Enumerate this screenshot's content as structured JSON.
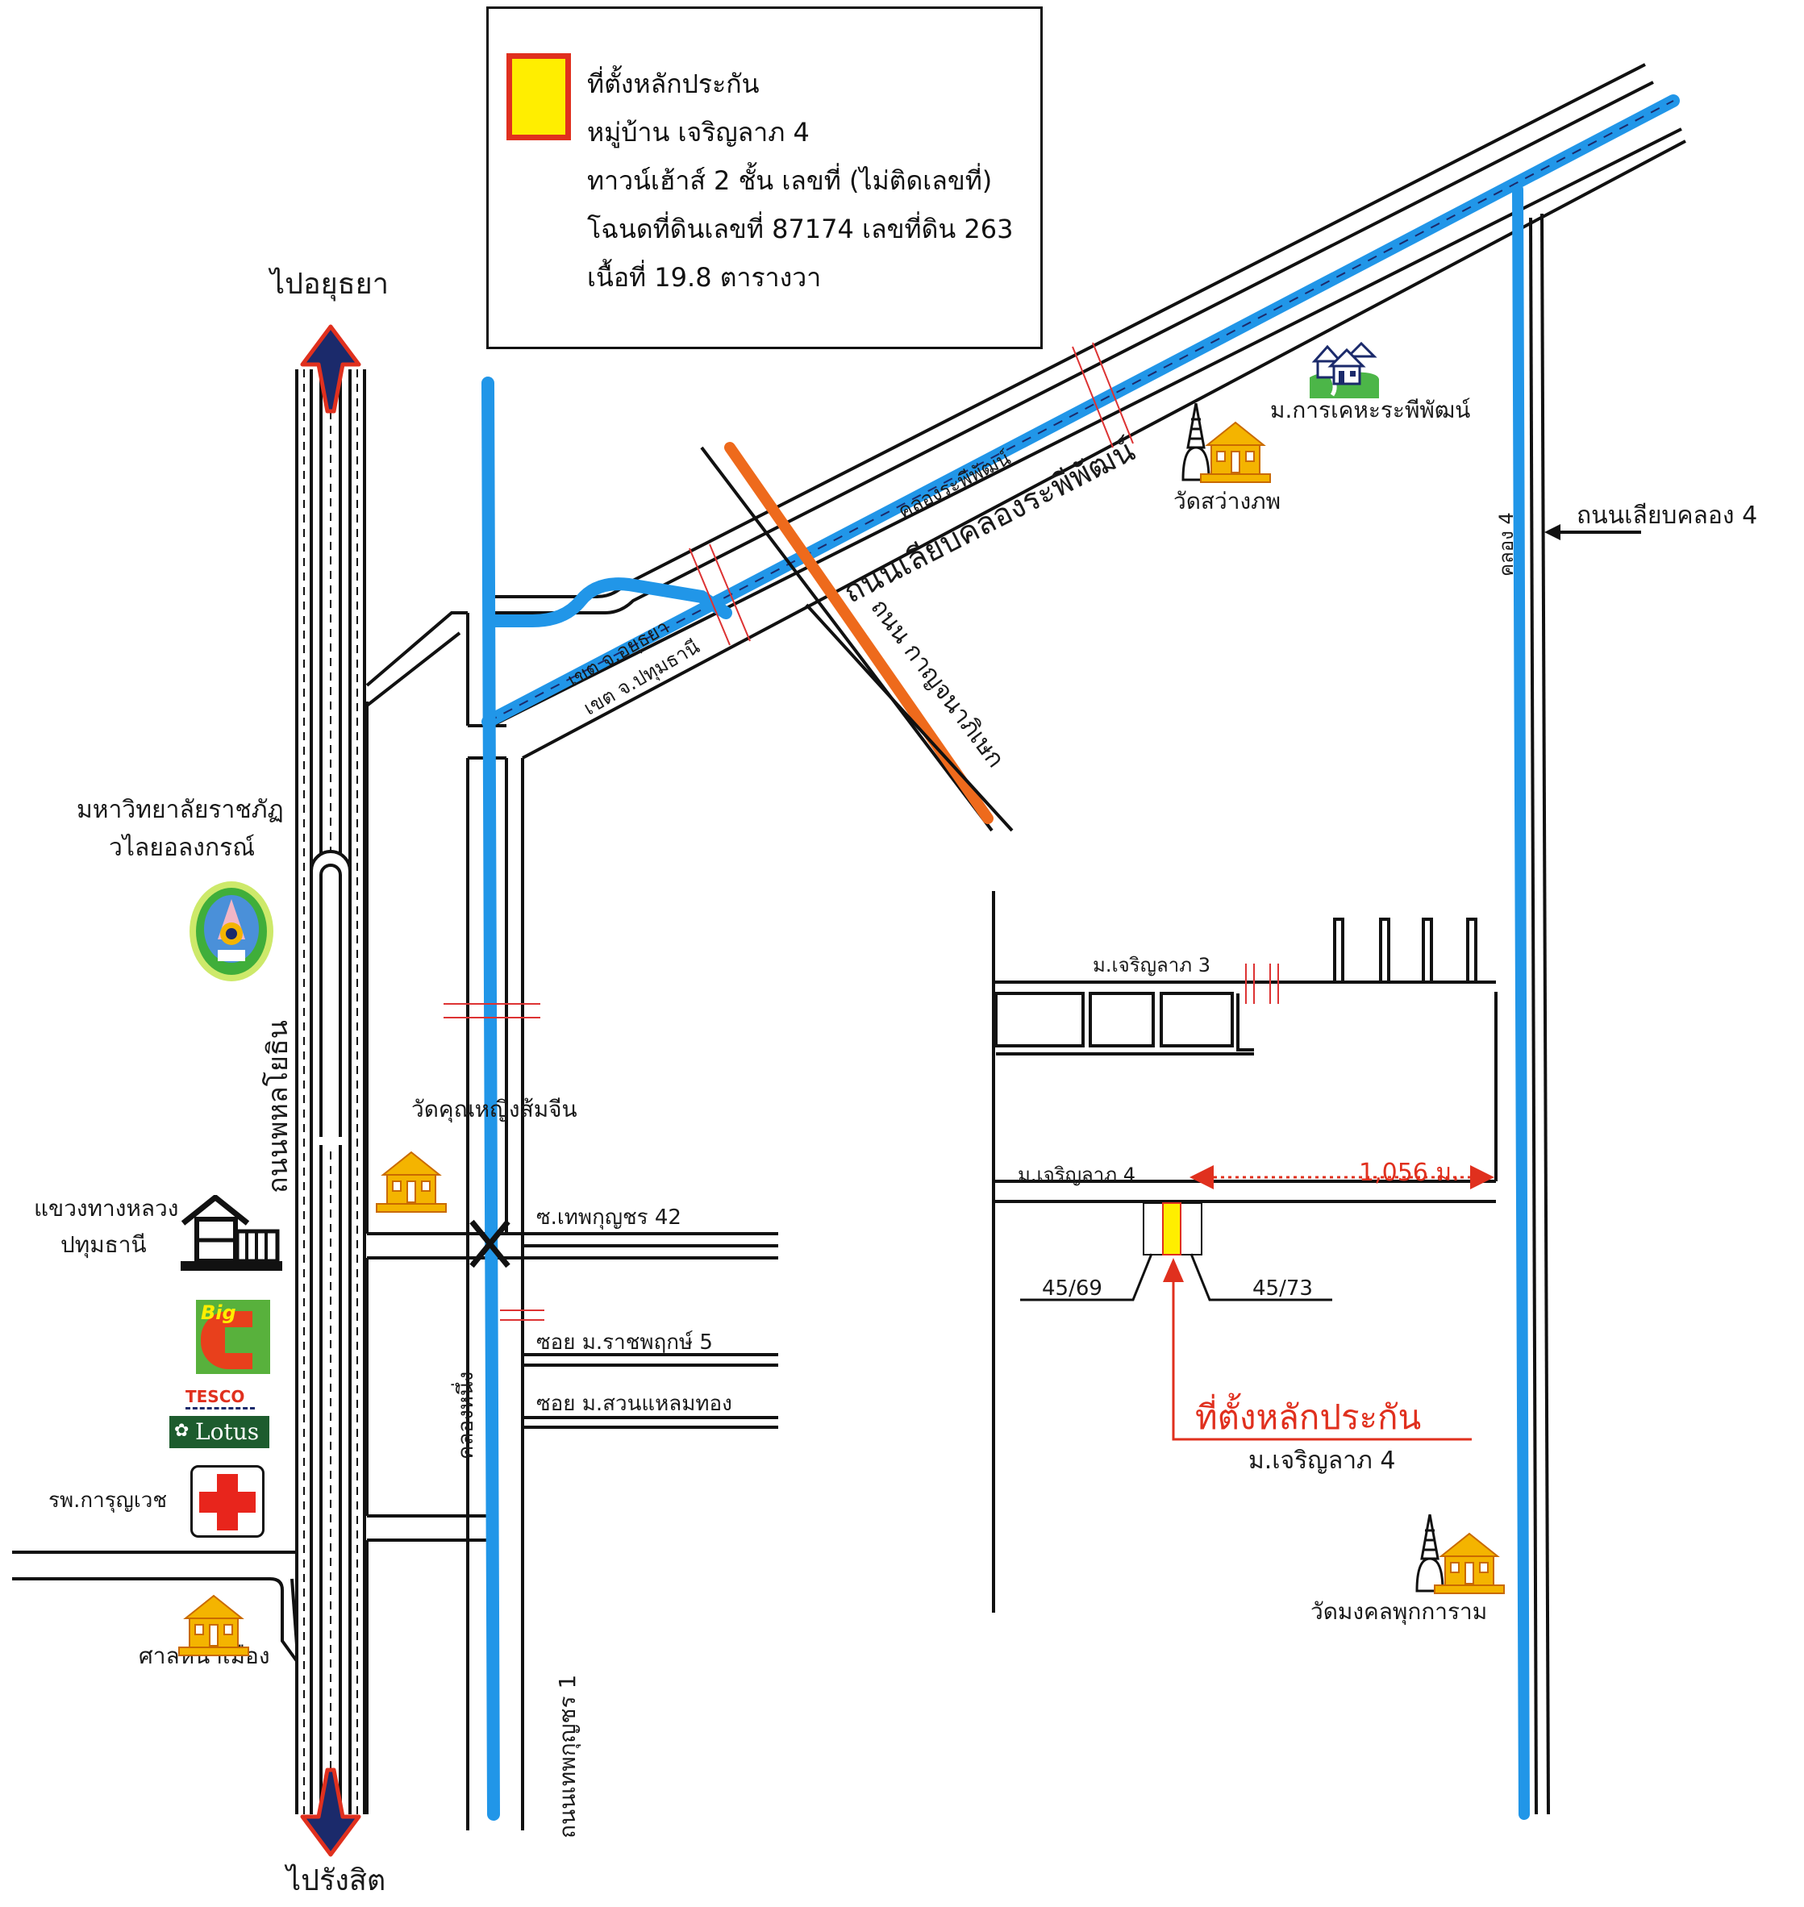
{
  "legend": {
    "swatch_color": "#ffee00",
    "swatch_border": "#e0301e",
    "lines": [
      "ที่ตั้งหลักประกัน",
      "หมู่บ้าน เจริญลาภ 4",
      "ทาวน์เฮ้าส์ 2 ชั้น เลขที่ (ไม่ติดเลขที่)",
      "โฉนดที่ดินเลขที่ 87174 เลขที่ดิน 263",
      "เนื้อที่ 19.8 ตารางวา"
    ]
  },
  "directions": {
    "north": "ไปอยุธยา",
    "south": "ไปรังสิต"
  },
  "roads": {
    "phahon_yothin": "ถนนพหลโยธิน",
    "thep_kunchon_1": "ถนนเทพกุญชร 1",
    "liap_khlong_rapiphat": "ถนนเลียบคลองระพีพัฒน์",
    "kanchanaphisek": "ถนน กาญจนาภิเษก",
    "liap_khlong_4": "ถนนเลียบคลอง 4",
    "soi_thep_kunchon_42": "ซ.เทพกุญชร 42",
    "soi_ratchaphruek_5": "ซอย ม.ราชพฤกษ์ 5",
    "soi_suan_laem_thong": "ซอย ม.สวนแหลมทอง",
    "charoen_lap_3": "ม.เจริญลาภ 3",
    "charoen_lap_4": "ม.เจริญลาภ 4"
  },
  "canals": {
    "khlong_rapiphat": "คลองระพีพัฒน์",
    "khlong_nueng": "คลองหนึ่ง",
    "khlong_4": "คลอง 4"
  },
  "boundaries": {
    "ayutthaya": "เขต จ.อยุธยา",
    "pathum_thani": "เขต จ.ปทุมธานี"
  },
  "landmarks": {
    "university_line1": "มหาวิทยาลัยราชภัฏ",
    "university_line2": "วไลยอลงกรณ์",
    "highway_office_line1": "แขวงทางหลวง",
    "highway_office_line2": "ปทุมธานี",
    "big_c": "Big",
    "tesco": "TESCO",
    "lotus": "Lotus",
    "hospital": "รพ.การุญเวช",
    "city_shrine": "ศาลหน้าเมือง",
    "wat_khun_ying": "วัดคุณหญิงส้มจีน",
    "wat_sawang": "วัดสว่างภพ",
    "karakheha_village": "ม.การเคหะระพีพัฒน์",
    "wat_mongkhon": "วัดมงคลพุกการาม"
  },
  "property": {
    "distance": "1,056 ม.",
    "left_house": "45/69",
    "right_house": "45/73",
    "marker_label": "ที่ตั้งหลักประกัน",
    "marker_sublabel": "ม.เจริญลาภ 4"
  },
  "colors": {
    "canal": "#2196e8",
    "orange_road": "#ee6a1c",
    "marker_red": "#e0301e",
    "arrow_navy": "#1b2a6b",
    "temple_gold": "#f4b400",
    "village_green": "#4cb648"
  }
}
